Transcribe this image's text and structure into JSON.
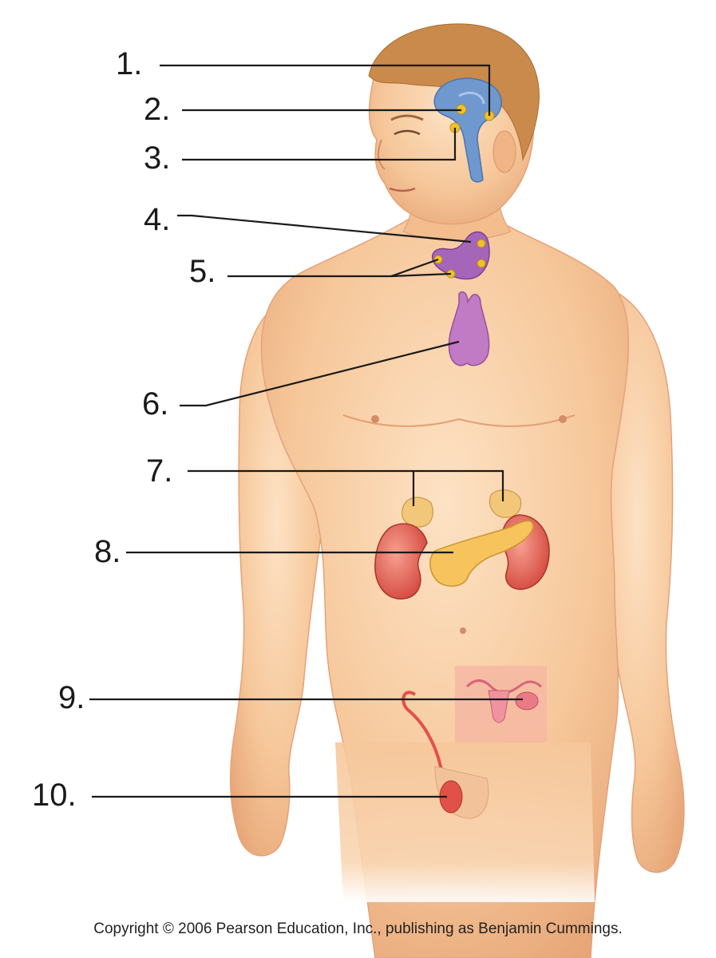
{
  "labels": [
    "1.",
    "2.",
    "3.",
    "4.",
    "5.",
    "6.",
    "7.",
    "8.",
    "9.",
    "10."
  ],
  "copyright": "Copyright © 2006 Pearson Education, Inc., publishing as Benjamin Cummings.",
  "colors": {
    "skin": "#f6c79a",
    "skin_shade": "#e9a878",
    "hair": "#c98a4b",
    "brain": "#6f98cf",
    "gland_dot": "#f2c12a",
    "thyroid": "#a565b8",
    "thymus": "#c17ac4",
    "adrenal": "#f3c77a",
    "kidney": "#e45b4a",
    "pancreas": "#f6c35c",
    "ovary_panel": "#f6b8a2",
    "testis": "#e2504a",
    "leader_line": "#1a1a1a"
  }
}
